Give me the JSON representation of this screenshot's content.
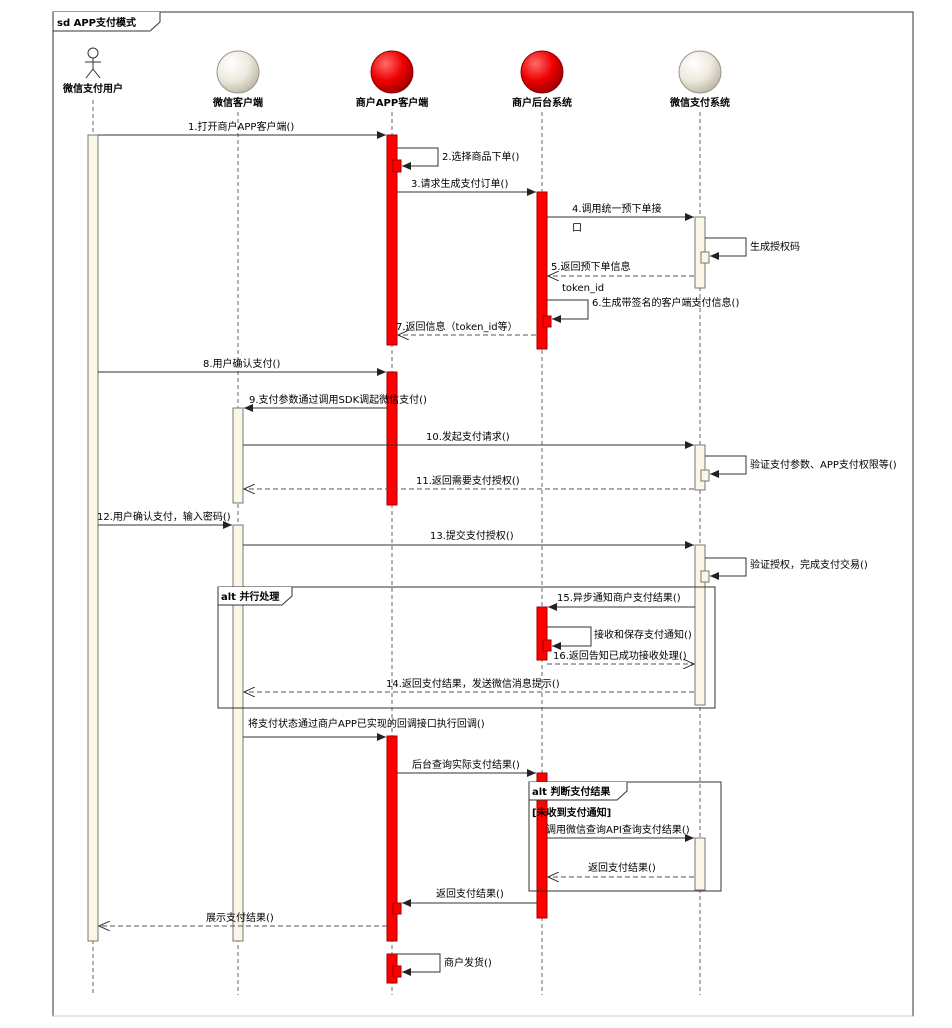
{
  "diagram": {
    "title": "sd APP支付模式",
    "participants": [
      {
        "name": "微信支付用户"
      },
      {
        "name": "微信客户端"
      },
      {
        "name": "商户APP客户端"
      },
      {
        "name": "商户后台系统"
      },
      {
        "name": "微信支付系统"
      }
    ],
    "messages": [
      "1.打开商户APP客户端()",
      "2.选择商品下单()",
      "3.请求生成支付订单()",
      "4.调用统一预下单接",
      "口",
      "生成授权码",
      "5.返回预下单信息",
      "token_id",
      "6.生成带签名的客户端支付信息()",
      "7.返回信息（token_id等）",
      "8.用户确认支付()",
      "9.支付参数通过调用SDK调起微信支付()",
      "10.发起支付请求()",
      "验证支付参数、APP支付权限等()",
      "11.返回需要支付授权()",
      "12.用户确认支付，输入密码()",
      "13.提交支付授权()",
      "验证授权，完成支付交易()",
      "15.异步通知商户支付结果()",
      "接收和保存支付通知()",
      "16.返回告知已成功接收处理()",
      "14.返回支付结果，发送微信消息提示()",
      "将支付状态通过商户APP已实现的回调接口执行回调()",
      "后台查询实际支付结果()",
      "调用微信查询API查询支付结果()",
      "返回支付结果()",
      "返回支付结果()",
      "展示支付结果()",
      "商户发货()"
    ],
    "fragments": [
      {
        "label": "alt 并行处理"
      },
      {
        "label": "alt 判断支付结果",
        "guard": "[未收到支付通知]"
      }
    ]
  }
}
